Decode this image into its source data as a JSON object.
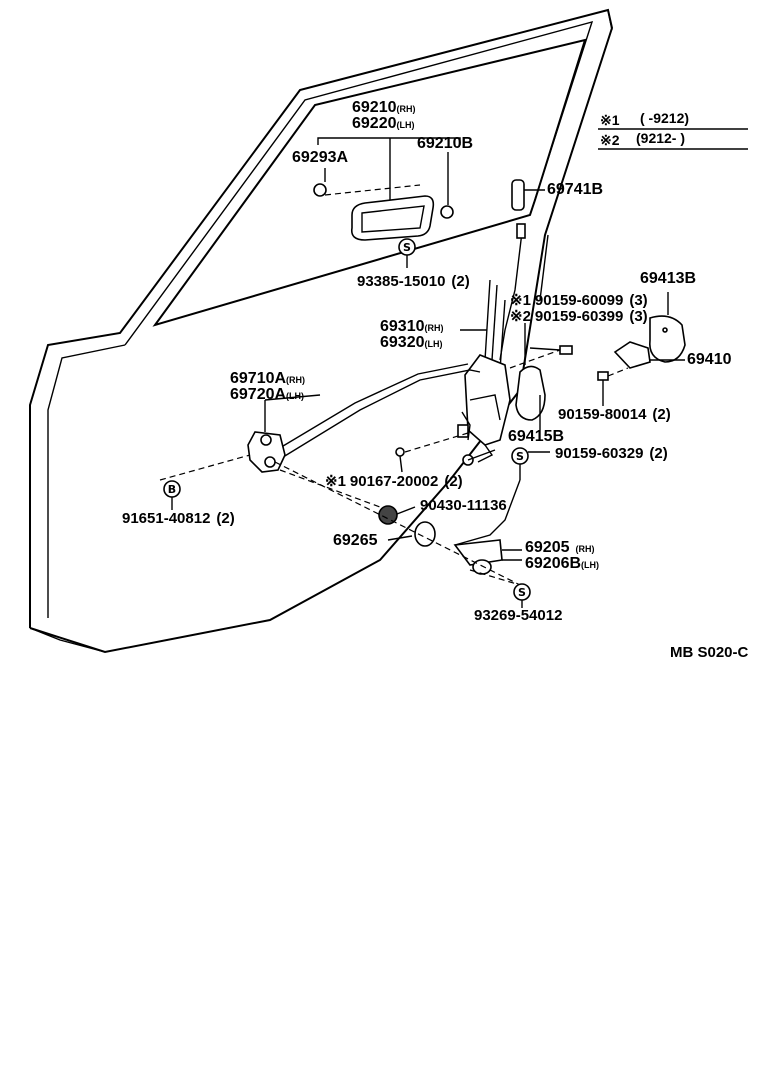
{
  "legend": {
    "row1": {
      "mark": "※1",
      "range": "(        -9212)"
    },
    "row2": {
      "mark": "※2",
      "range": "(9212-        )"
    }
  },
  "parts": {
    "p69210": {
      "num": "69210",
      "side": "(RH)"
    },
    "p69220": {
      "num": "69220",
      "side": "(LH)"
    },
    "p69293A": {
      "num": "69293A"
    },
    "p69210B": {
      "num": "69210B"
    },
    "p69741B": {
      "num": "69741B"
    },
    "p93385": {
      "num": "93385-15010",
      "qty": "(2)"
    },
    "p90159_60099": {
      "mark": "※1",
      "num": "90159-60099",
      "qty": "(3)"
    },
    "p90159_60399": {
      "mark": "※2",
      "num": "90159-60399",
      "qty": "(3)"
    },
    "p69413B": {
      "num": "69413B"
    },
    "p69410": {
      "num": "69410"
    },
    "p69310": {
      "num": "69310",
      "side": "(RH)"
    },
    "p69320": {
      "num": "69320",
      "side": "(LH)"
    },
    "p69710A": {
      "num": "69710A",
      "side": "(RH)"
    },
    "p69720A": {
      "num": "69720A",
      "side": "(LH)"
    },
    "p90159_80014": {
      "num": "90159-80014",
      "qty": "(2)"
    },
    "p69415B": {
      "num": "69415B"
    },
    "p90159_60329": {
      "num": "90159-60329",
      "qty": "(2)"
    },
    "p90167": {
      "mark": "※1",
      "num": "90167-20002",
      "qty": "(2)"
    },
    "p91651": {
      "num": "91651-40812",
      "qty": "(2)"
    },
    "p90430": {
      "num": "90430-11136"
    },
    "p69265": {
      "num": "69265"
    },
    "p69205": {
      "num": "69205",
      "side": "(RH)"
    },
    "p69206B": {
      "num": "69206B",
      "side": "(LH)"
    },
    "p93269": {
      "num": "93269-54012"
    }
  },
  "symbols": {
    "s": "S",
    "b": "B"
  },
  "catalog_ref": "MB S020-C"
}
